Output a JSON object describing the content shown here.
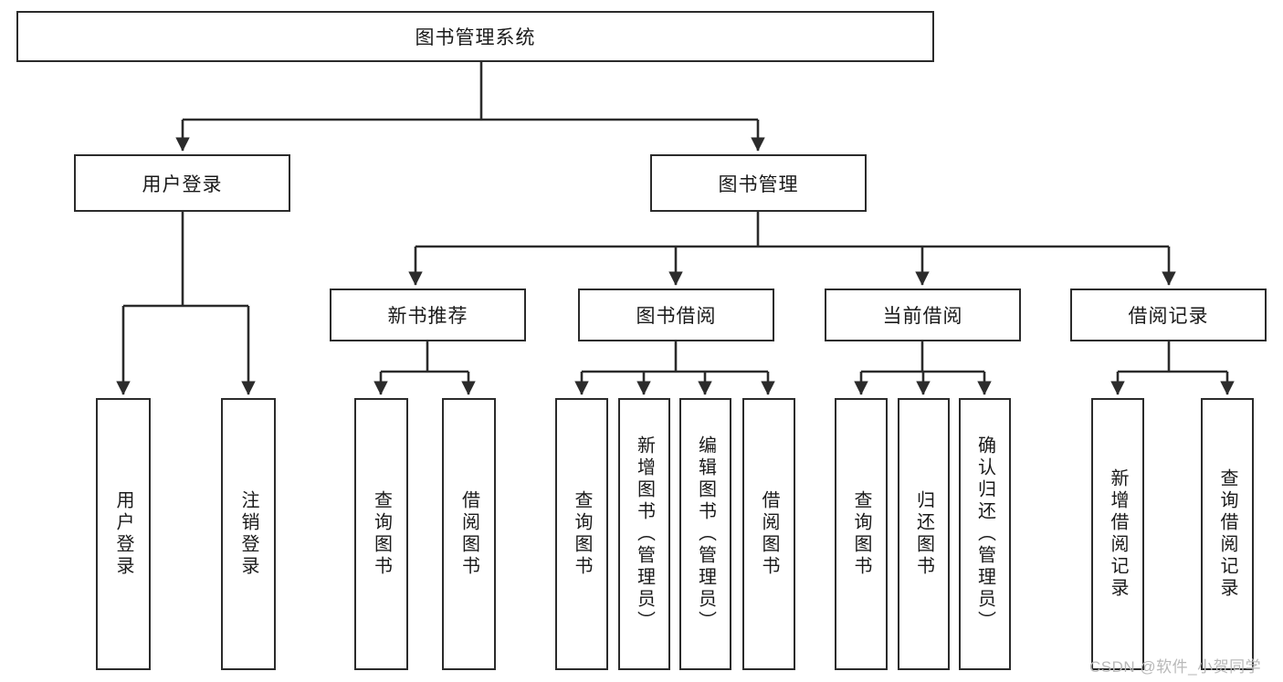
{
  "diagram": {
    "type": "tree-hierarchy",
    "title": "图书管理系统",
    "root": {
      "label": "图书管理系统",
      "orientation": "horizontal"
    },
    "level2": [
      {
        "id": "user-login",
        "label": "用户登录",
        "orientation": "horizontal"
      },
      {
        "id": "book-manage",
        "label": "图书管理",
        "orientation": "horizontal"
      }
    ],
    "level3": [
      {
        "id": "new-book-recommend",
        "label": "新书推荐",
        "orientation": "horizontal",
        "parent": "book-manage"
      },
      {
        "id": "book-borrow",
        "label": "图书借阅",
        "orientation": "horizontal",
        "parent": "book-manage"
      },
      {
        "id": "current-borrow",
        "label": "当前借阅",
        "orientation": "horizontal",
        "parent": "book-manage"
      },
      {
        "id": "borrow-record",
        "label": "借阅记录",
        "orientation": "horizontal",
        "parent": "book-manage"
      }
    ],
    "leaves": [
      {
        "id": "leaf-user-login",
        "label": "用户登录",
        "parent": "user-login"
      },
      {
        "id": "leaf-user-logout",
        "label": "注销登录",
        "parent": "user-login"
      },
      {
        "id": "leaf-query-book-1",
        "label": "查询图书",
        "parent": "new-book-recommend"
      },
      {
        "id": "leaf-borrow-book-1",
        "label": "借阅图书",
        "parent": "new-book-recommend"
      },
      {
        "id": "leaf-query-book-2",
        "label": "查询图书",
        "parent": "book-borrow"
      },
      {
        "id": "leaf-add-book",
        "label": "新增图书（管理员）",
        "parent": "book-borrow"
      },
      {
        "id": "leaf-edit-book",
        "label": "编辑图书（管理员）",
        "parent": "book-borrow"
      },
      {
        "id": "leaf-borrow-book-2",
        "label": "借阅图书",
        "parent": "book-borrow"
      },
      {
        "id": "leaf-query-book-3",
        "label": "查询图书",
        "parent": "current-borrow"
      },
      {
        "id": "leaf-return-book",
        "label": "归还图书",
        "parent": "current-borrow"
      },
      {
        "id": "leaf-confirm-return",
        "label": "确认归还（管理员）",
        "parent": "current-borrow"
      },
      {
        "id": "leaf-add-record",
        "label": "新增借阅记录",
        "parent": "borrow-record"
      },
      {
        "id": "leaf-query-record",
        "label": "查询借阅记录",
        "parent": "borrow-record"
      }
    ],
    "colors": {
      "box_border": "#2b2b2b",
      "connector": "#2b2b2b",
      "background": "#ffffff",
      "text": "#1a1a1a",
      "watermark": "#b9b9b9"
    }
  },
  "watermark": {
    "text": "CSDN @软件_小贺同学"
  }
}
